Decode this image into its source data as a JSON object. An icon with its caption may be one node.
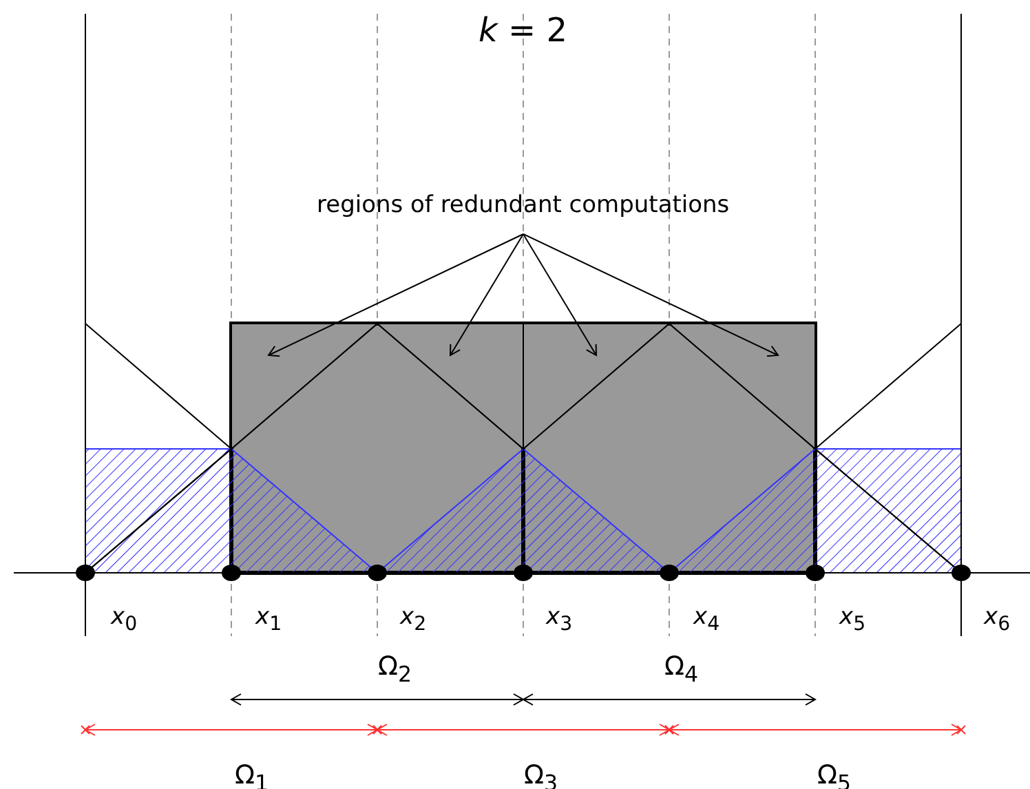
{
  "diagram": {
    "title": "*k* = 2",
    "nodes": [
      {
        "text": [
          "regions of redundant computations"
        ]
      },
      {
        "text": [],
        "shape": "triangle"
      },
      {
        "text": [],
        "shape": "triangle"
      },
      {
        "text": [],
        "shape": "triangle"
      },
      {
        "text": [],
        "shape": "triangle"
      }
    ],
    "edges": [
      {
        "from": 0,
        "to": 1,
        "arrow": "to"
      },
      {
        "from": 0,
        "to": 2,
        "arrow": "to"
      },
      {
        "from": 0,
        "to": 3,
        "arrow": "to"
      },
      {
        "from": 0,
        "to": 4,
        "arrow": "to"
      }
    ],
    "labels": [
      "*x*$_{0}$",
      "*x*$_{1}$",
      "*x*$_{2}$",
      "*x*$_{3}$",
      "*x*$_{4}$",
      "*x*$_{5}$",
      "*x*$_{6}$",
      "Ω$_{2}$",
      "Ω$_{4}$",
      "Ω$_{1}$",
      "Ω$_{3}$",
      "Ω$_{5}$"
    ]
  }
}
